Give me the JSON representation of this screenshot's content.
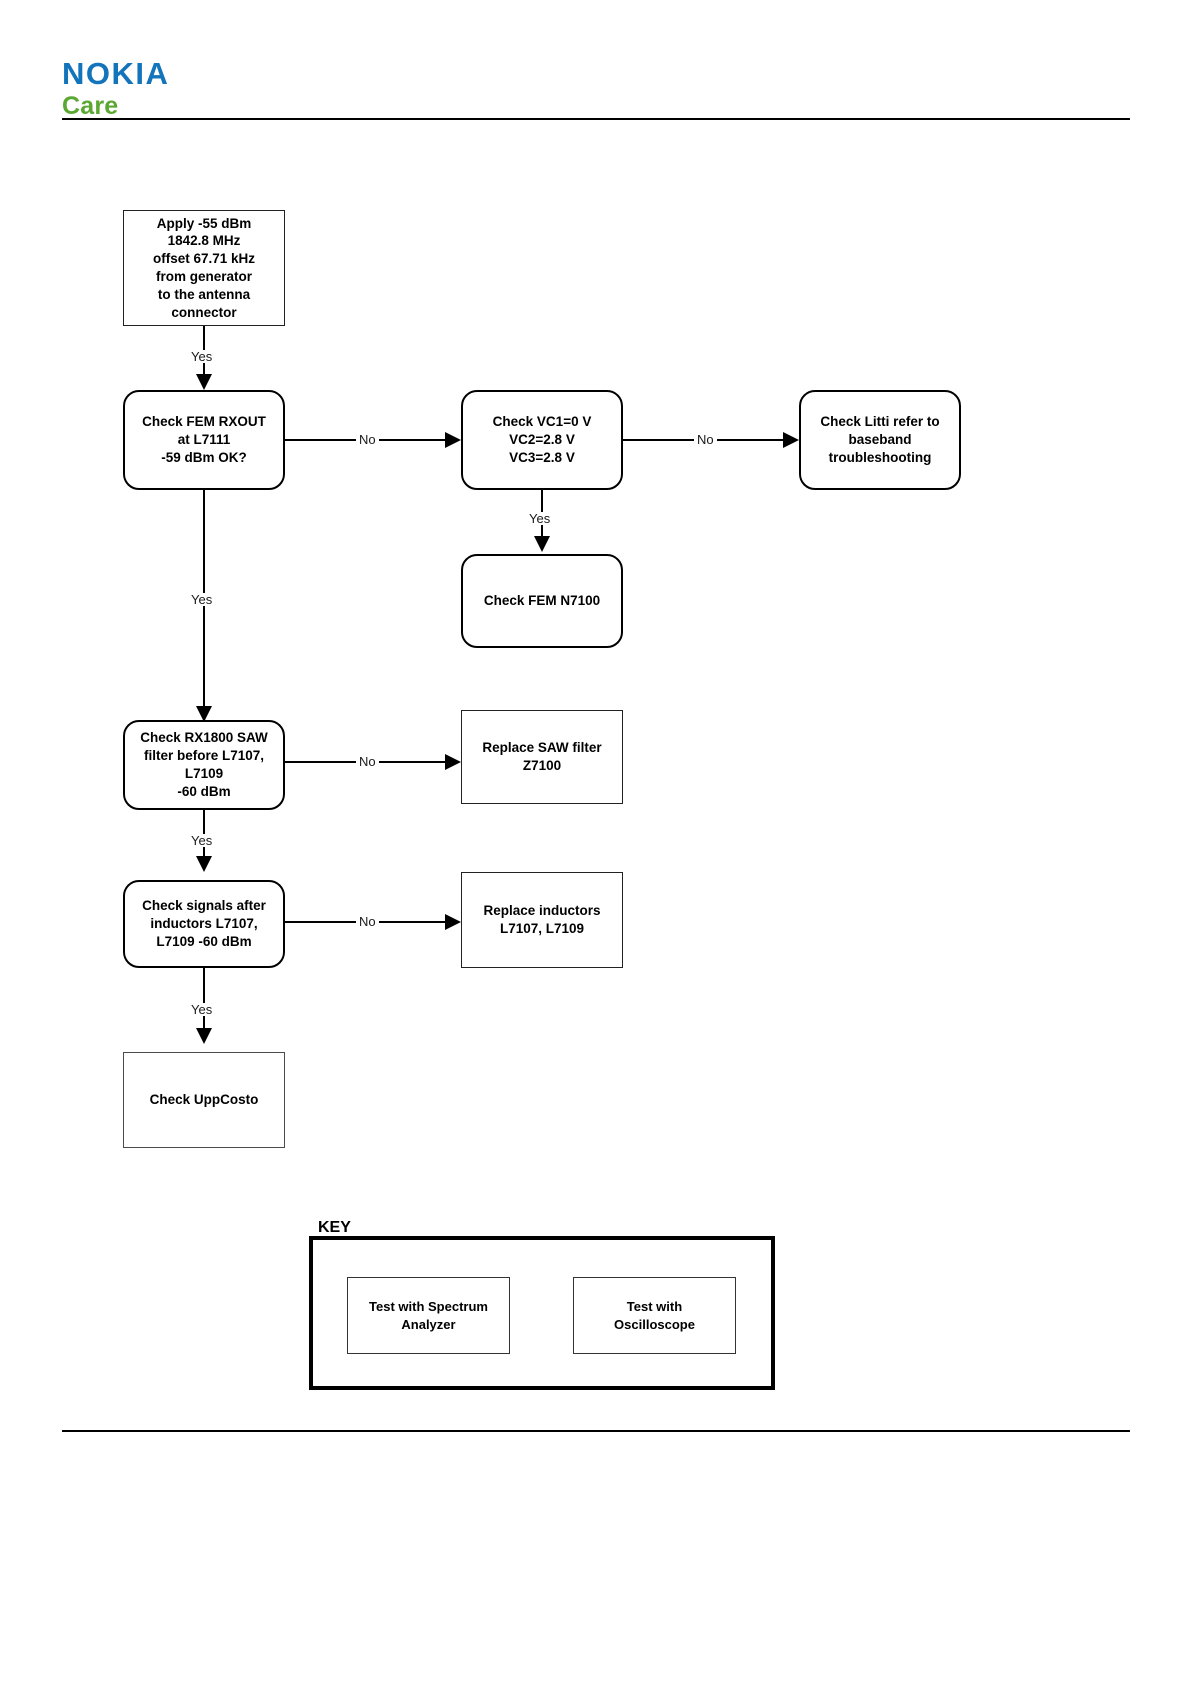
{
  "header": {
    "logo_primary": "NOKIA",
    "logo_secondary": "Care",
    "logo_primary_color": "#1374bb",
    "logo_secondary_color": "#5aa832"
  },
  "flowchart": {
    "nodes": [
      {
        "id": "apply-signal",
        "text": "Apply -55 dBm\n1842.8 MHz\noffset 67.71 kHz\nfrom generator\nto the antenna\nconnector",
        "shape": "rectangle"
      },
      {
        "id": "check-fem-rxout",
        "text": "Check FEM RXOUT\nat L7111\n-59 dBm OK?",
        "shape": "rounded"
      },
      {
        "id": "check-vc",
        "text": "Check VC1=0 V\nVC2=2.8 V\nVC3=2.8 V",
        "shape": "rounded"
      },
      {
        "id": "check-litti",
        "text": "Check Litti refer to\nbaseband\ntroubleshooting",
        "shape": "rounded"
      },
      {
        "id": "check-fem-n7100",
        "text": "Check FEM N7100",
        "shape": "rounded"
      },
      {
        "id": "check-saw-filter",
        "text": "Check RX1800 SAW\nfilter before L7107,\nL7109\n-60 dBm",
        "shape": "rounded"
      },
      {
        "id": "replace-saw-filter",
        "text": "Replace SAW filter\nZ7100",
        "shape": "rectangle"
      },
      {
        "id": "check-signals-inductors",
        "text": "Check signals after\ninductors L7107,\nL7109  -60 dBm",
        "shape": "rounded"
      },
      {
        "id": "replace-inductors",
        "text": "Replace  inductors\nL7107, L7109",
        "shape": "rectangle"
      },
      {
        "id": "check-uppcosto",
        "text": "Check UppCosto",
        "shape": "rectangle"
      }
    ],
    "edge_labels": {
      "apply_to_rxout": "Yes",
      "rxout_to_vc": "No",
      "vc_to_litti": "No",
      "vc_to_fem": "Yes",
      "rxout_to_saw": "Yes",
      "saw_to_replace_saw": "No",
      "saw_to_signals": "Yes",
      "signals_to_replace_inductors": "No",
      "signals_to_uppcosto": "Yes"
    }
  },
  "key": {
    "title": "KEY",
    "items": [
      {
        "label": "Test with Spectrum\nAnalyzer"
      },
      {
        "label": "Test with\nOscilloscope"
      }
    ]
  }
}
